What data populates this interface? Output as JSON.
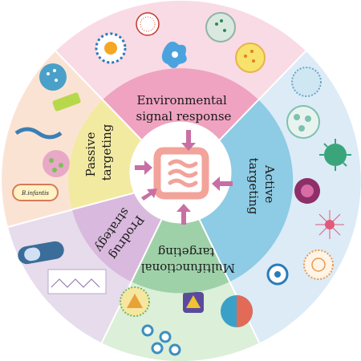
{
  "segments": [
    {
      "id": "env",
      "lines": [
        "Environmental",
        "signal response"
      ],
      "color": "#efa3c0"
    },
    {
      "id": "active",
      "lines": [
        "Active",
        "targeting"
      ],
      "color": "#8ecbe4"
    },
    {
      "id": "multi",
      "lines": [
        "Multifunctional",
        "targeting"
      ],
      "color": "#9fd1a9"
    },
    {
      "id": "prodrug",
      "lines": [
        "Prodrug",
        "strategy"
      ],
      "color": "#d9b9dd"
    },
    {
      "id": "passive",
      "lines": [
        "Passive",
        "targeting"
      ],
      "color": "#f3eaa2"
    }
  ],
  "outer_colors": {
    "env": "#f9dbe5",
    "active": "#dcebf6",
    "multi": "#dcefd9",
    "prodrug": "#e6dcec",
    "passive": "#fbe3d4"
  },
  "icons": {
    "bacteria_label": "B.infantis"
  },
  "colors": {
    "center": "#ffffff",
    "intestine": "#f2a39a",
    "arrow": "#c86fa3"
  }
}
